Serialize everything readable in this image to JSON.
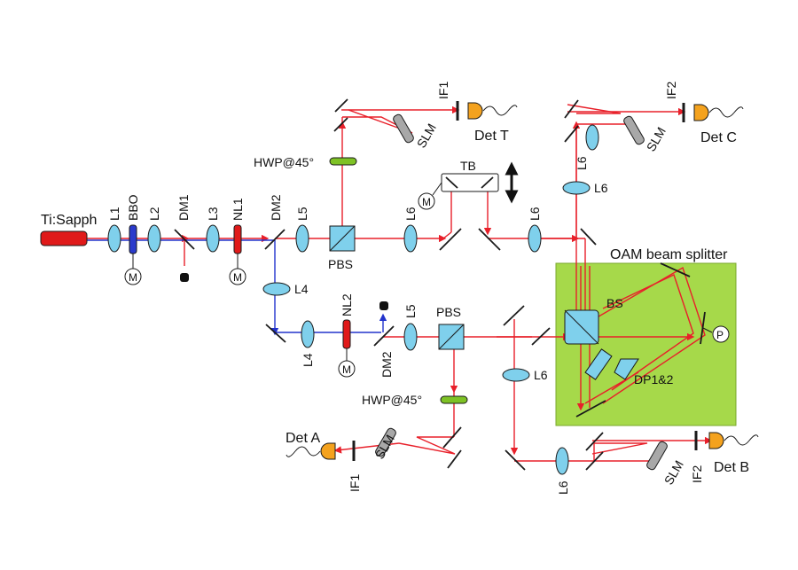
{
  "labels": {
    "laser": "Ti:Sapph",
    "L1": "L1",
    "BBO": "BBO",
    "L2": "L2",
    "DM1": "DM1",
    "L3": "L3",
    "NL1": "NL1",
    "DM2_top": "DM2",
    "L5_top": "L5",
    "PBS_top": "PBS",
    "L6_mid": "L6",
    "TB": "TB",
    "L6_mid2": "L6",
    "L6_vert": "L6",
    "L6_vert2": "L6",
    "HWP_top": "HWP@45°",
    "IF1_top": "IF1",
    "SLM_top": "SLM",
    "DetT": "Det T",
    "IF2_top": "IF2",
    "SLM_C": "SLM",
    "DetC": "Det C",
    "OAM": "OAM beam splitter",
    "L4_a": "L4",
    "L4_b": "L4",
    "NL2": "NL2",
    "DM2_bot": "DM2",
    "L5_bot": "L5",
    "PBS_bot": "PBS",
    "BS": "BS",
    "DP": "DP1&2",
    "L6_lower": "L6",
    "HWP_bot": "HWP@45°",
    "DetA": "Det A",
    "SLM_A": "SLM",
    "IF1_bot": "IF1",
    "L6_bottom": "L6",
    "SLM_B": "SLM",
    "IF2_bot": "IF2",
    "DetB": "Det B"
  },
  "motor_symbol": "M",
  "piezo_symbol": "P",
  "colors": {
    "beam": "#e8202a",
    "pump": "#2233cc",
    "oam_box": "#a6d94a",
    "lens": "#7fd0ec"
  }
}
